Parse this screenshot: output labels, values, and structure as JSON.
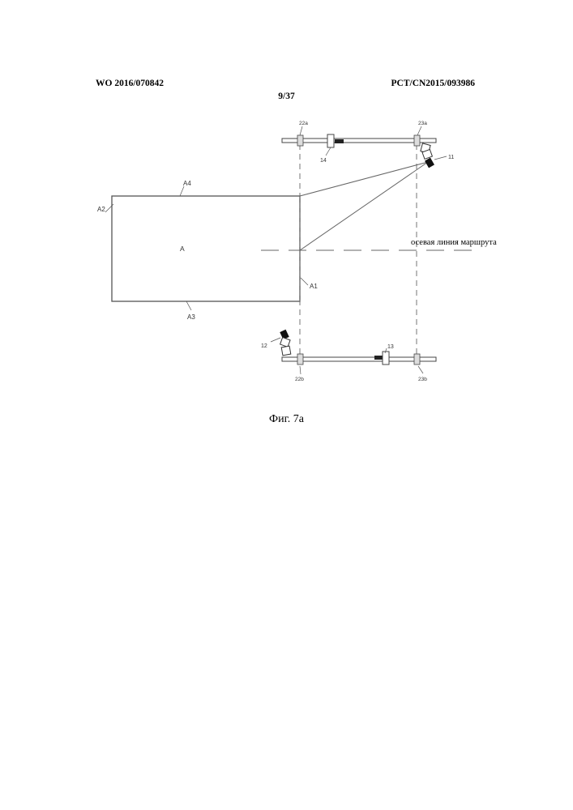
{
  "header": {
    "publication_number": "WO 2016/070842",
    "application_number": "PCT/CN2015/093986",
    "sheet": "9/37"
  },
  "figure": {
    "caption": "Фиг. 7a",
    "annotation": "осевая линия маршрута",
    "labels": {
      "region": "A",
      "edge_top": "A4",
      "edge_left": "A2",
      "edge_bottom": "A3",
      "edge_right": "A1",
      "rail_top_left_marker": "22a",
      "rail_top_right_marker": "23a",
      "rail_bottom_left_marker": "22b",
      "rail_bottom_right_marker": "23b",
      "camera_top_right": "11",
      "camera_bottom_left": "12",
      "device_bottom": "13",
      "device_top": "14"
    }
  }
}
